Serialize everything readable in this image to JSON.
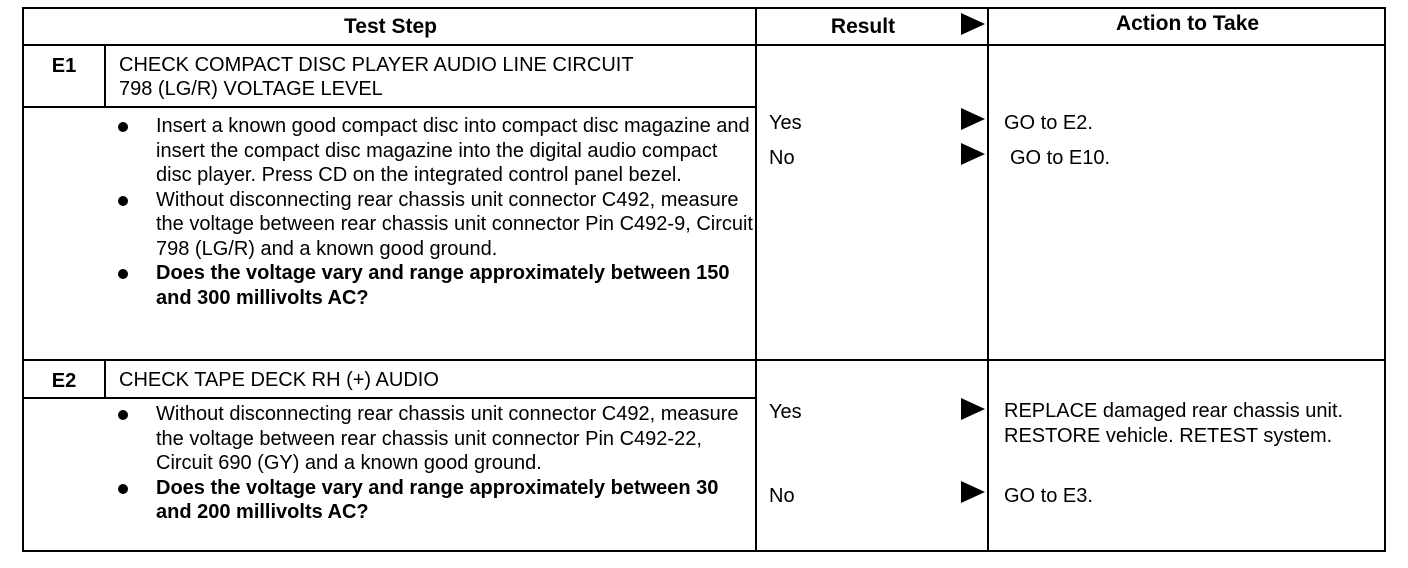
{
  "header": {
    "test_step": "Test Step",
    "result": "Result",
    "action": "Action to Take"
  },
  "steps": [
    {
      "id": "E1",
      "title_lines": [
        "CHECK COMPACT DISC PLAYER AUDIO LINE CIRCUIT",
        "798 (LG/R) VOLTAGE LEVEL"
      ],
      "bullets": [
        "Insert a known good compact disc into compact disc magazine and insert the compact disc magazine into the digital audio compact disc player. Press CD on the integrated control panel bezel.",
        "Without disconnecting rear chassis unit connector C492, measure the voltage between rear chassis unit connector Pin C492-9, Circuit 798 (LG/R) and a known good ground.",
        "Does the voltage vary and range approximately between 150 and 300 millivolts AC?"
      ],
      "results": [
        {
          "label": "Yes",
          "action": "GO to E2."
        },
        {
          "label": "No",
          "action": "GO to E10."
        }
      ]
    },
    {
      "id": "E2",
      "title_lines": [
        "CHECK TAPE DECK RH (+) AUDIO"
      ],
      "bullets": [
        "Without disconnecting rear chassis unit connector C492, measure the voltage between rear chassis unit connector Pin C492-22, Circuit 690 (GY) and a known good ground.",
        "Does the voltage vary and range approximately between 30 and 200 millivolts AC?"
      ],
      "results": [
        {
          "label": "Yes",
          "action": "REPLACE damaged rear chassis unit. RESTORE vehicle. RETEST system."
        },
        {
          "label": "No",
          "action": "GO to E3."
        }
      ]
    }
  ]
}
